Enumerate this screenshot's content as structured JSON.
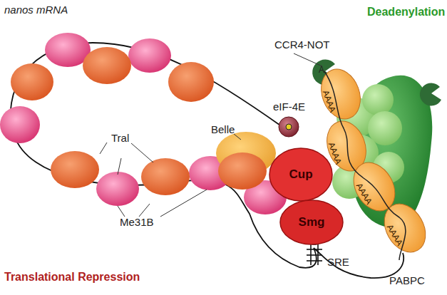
{
  "diagram": {
    "nodes": [
      {
        "text": [
          "Cup"
        ]
      },
      {
        "text": [
          "Smg"
        ]
      }
    ],
    "labels": [
      "nanos mRNA",
      "Deadenylation",
      "CCR4-NOT",
      "A",
      "eIF-4E",
      "Belle",
      "Tral",
      "Me31B",
      "Translational Repression",
      "SRE",
      "PABPC",
      "AAAA",
      "AAAA",
      "AAAA",
      "AAAA"
    ]
  }
}
